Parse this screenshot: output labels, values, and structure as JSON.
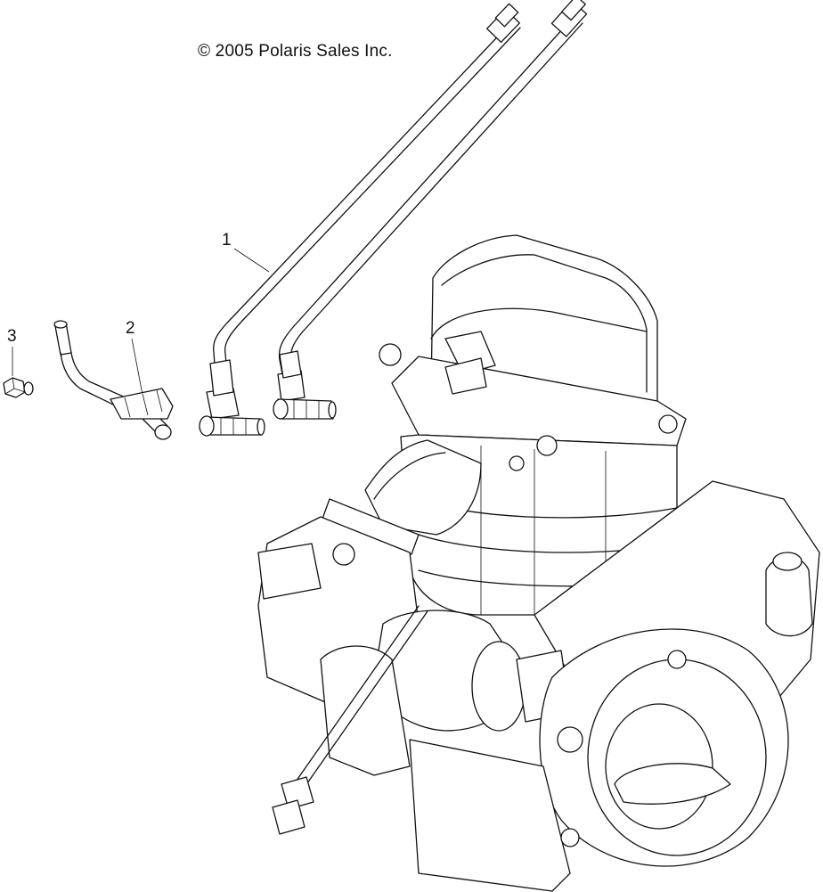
{
  "copyright": "© 2005 Polaris Sales Inc.",
  "callouts": [
    {
      "id": "1",
      "label": "1"
    },
    {
      "id": "2",
      "label": "2"
    },
    {
      "id": "3",
      "label": "3"
    }
  ],
  "colors": {
    "line": "#111111",
    "background": "#ffffff"
  }
}
